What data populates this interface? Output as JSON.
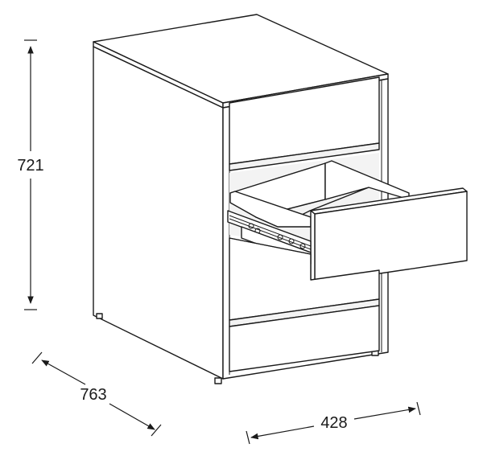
{
  "dimensions": {
    "height": "721",
    "depth": "763",
    "width": "428"
  },
  "colors": {
    "line": "#1a1a1a",
    "background": "#ffffff"
  }
}
